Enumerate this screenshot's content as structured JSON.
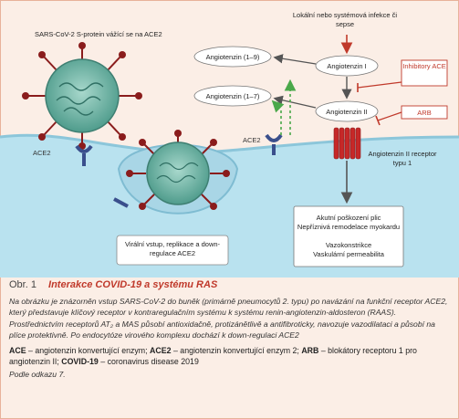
{
  "figure": {
    "spike_label": "SARS-CoV-2 S-protein vážící se na ACE2",
    "ace2_left": "ACE2",
    "ace2_right": "ACE2",
    "infection_label": "Lokální nebo systémová infekce či sepse",
    "ang19": "Angiotenzin (1–9)",
    "ang17": "Angiotenzin (1–7)",
    "ang1": "Angiotenzin I",
    "ang2": "Angiotenzin II",
    "ace_inhibitors": "Inhibitory ACE",
    "arb": "ARB",
    "receptor_label": "Angiotenzin II receptor typu 1",
    "viral_entry": "Virální vstup, replikace a down-regulace ACE2",
    "effects": [
      "Akutní poškození plic",
      "Nepříznivá remodelace myokardu",
      "Vazokonstrikce",
      "Vaskulární permeabilita"
    ]
  },
  "caption": {
    "number": "Obr. 1",
    "title": "Interakce COVID-19 a systému RAS",
    "body": "Na obrázku je znázorněn vstup SARS-CoV-2 do buněk (primárně pneumocytů 2. typu) po navázání na funkční receptor ACE2, který představuje klíčový receptor v kontraregulačním systému k systému renin-angiotenzin-aldosteron (RAAS). Prostřednictvím receptorů AT₂ a MAS působí antioxidačně, protizánětlivě a antifibroticky, navozuje vazodilataci a působí na plíce protektivně. Po endocytóze virového komplexu dochází k down-regulaci ACE2",
    "abbrev": [
      {
        "term": "ACE",
        "def": "angiotenzin konvertující enzym;"
      },
      {
        "term": "ACE2",
        "def": "angiotenzin konvertující enzym 2;"
      },
      {
        "term": "ARB",
        "def": "blokátory receptoru 1 pro angiotenzin II;"
      },
      {
        "term": "COVID-19",
        "def": "coronavirus disease 2019"
      }
    ],
    "source": "Podle odkazu 7."
  },
  "colors": {
    "membrane": "#b9e2ef",
    "virus": "#6fb3a3",
    "arrow": "#555555",
    "inhibitor": "#c0392b",
    "green": "#4aa84a",
    "caption_title": "#c0392b"
  }
}
